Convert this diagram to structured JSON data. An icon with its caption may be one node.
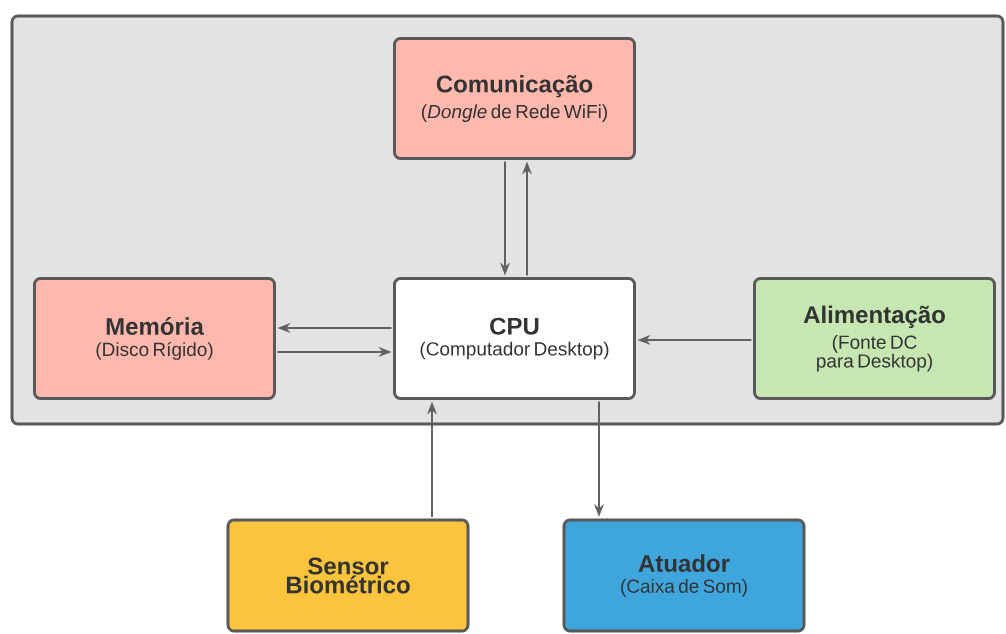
{
  "diagram": {
    "nodes": [
      {
        "text": [],
        "shape": "box"
      },
      {
        "text": [
          "Comunicação",
          "(*Dongle* de Rede WiFi)"
        ],
        "in": 0
      },
      {
        "text": [
          "Memória",
          "(Disco Rígido)"
        ],
        "in": 0
      },
      {
        "text": [
          "CPU",
          "(Computador Desktop)"
        ],
        "in": 0
      },
      {
        "text": [
          "Alimentação",
          "(Fonte DC para Desktop)"
        ],
        "in": 0
      },
      {
        "text": [
          "Sensor Biométrico"
        ]
      },
      {
        "text": [
          "Atuador",
          "(Caixa de Som)"
        ]
      }
    ],
    "edges": [
      {
        "from": 1,
        "to": 3,
        "arrow": "to"
      },
      {
        "from": 3,
        "to": 1,
        "arrow": "to"
      },
      {
        "from": 3,
        "to": 2,
        "arrow": "to"
      },
      {
        "from": 2,
        "to": 3,
        "arrow": "to"
      },
      {
        "from": 4,
        "to": 3,
        "arrow": "to"
      },
      {
        "from": 5,
        "to": 3,
        "arrow": "to"
      },
      {
        "from": 3,
        "to": 6,
        "arrow": "to"
      }
    ]
  }
}
